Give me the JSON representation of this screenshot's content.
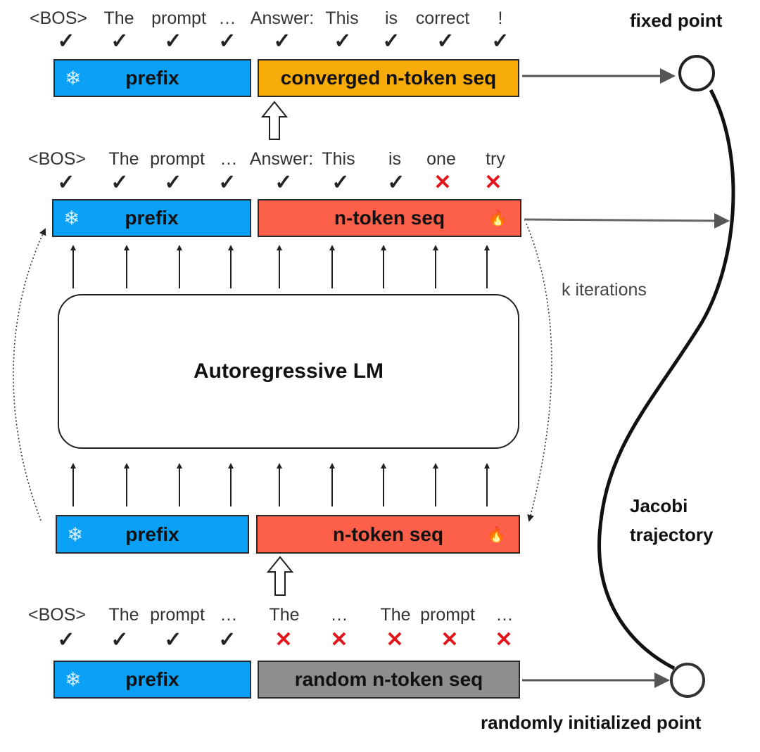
{
  "rows": {
    "top": {
      "tokens": [
        "<BOS>",
        "The",
        "prompt",
        "…",
        "Answer:",
        "This",
        "is",
        "correct",
        "!"
      ],
      "marks": [
        "check",
        "check",
        "check",
        "check",
        "check",
        "check",
        "check",
        "check",
        "check"
      ],
      "prefix_label": "prefix",
      "seq_label": "converged n-token seq"
    },
    "middle": {
      "tokens": [
        "<BOS>",
        "The",
        "prompt",
        "…",
        "Answer:",
        "This",
        "is",
        "one",
        "try"
      ],
      "marks": [
        "check",
        "check",
        "check",
        "check",
        "check",
        "check",
        "check",
        "cross",
        "cross"
      ],
      "prefix_label": "prefix",
      "seq_label": "n-token seq"
    },
    "lower": {
      "prefix_label": "prefix",
      "seq_label": "n-token seq"
    },
    "bottom": {
      "tokens": [
        "<BOS>",
        "The",
        "prompt",
        "…",
        "The",
        "…",
        "The",
        "prompt",
        "…"
      ],
      "marks": [
        "check",
        "check",
        "check",
        "check",
        "cross",
        "cross",
        "cross",
        "cross",
        "cross"
      ],
      "prefix_label": "prefix",
      "seq_label": "random n-token seq"
    }
  },
  "model": {
    "label": "Autoregressive LM"
  },
  "labels": {
    "fixed_point": "fixed point",
    "k_iterations": "k iterations",
    "jacobi_line1": "Jacobi",
    "jacobi_line2": "trajectory",
    "random_point": "randomly initialized point"
  },
  "glyphs": {
    "check": "✓",
    "cross": "✕",
    "snowflake": "❄",
    "fire": "🔥"
  },
  "colors": {
    "prefix": "#0aa0f5",
    "converged": "#f7ac0a",
    "ntoken": "#fc604b",
    "random": "#8f8f8f",
    "cross": "#e3151b"
  }
}
